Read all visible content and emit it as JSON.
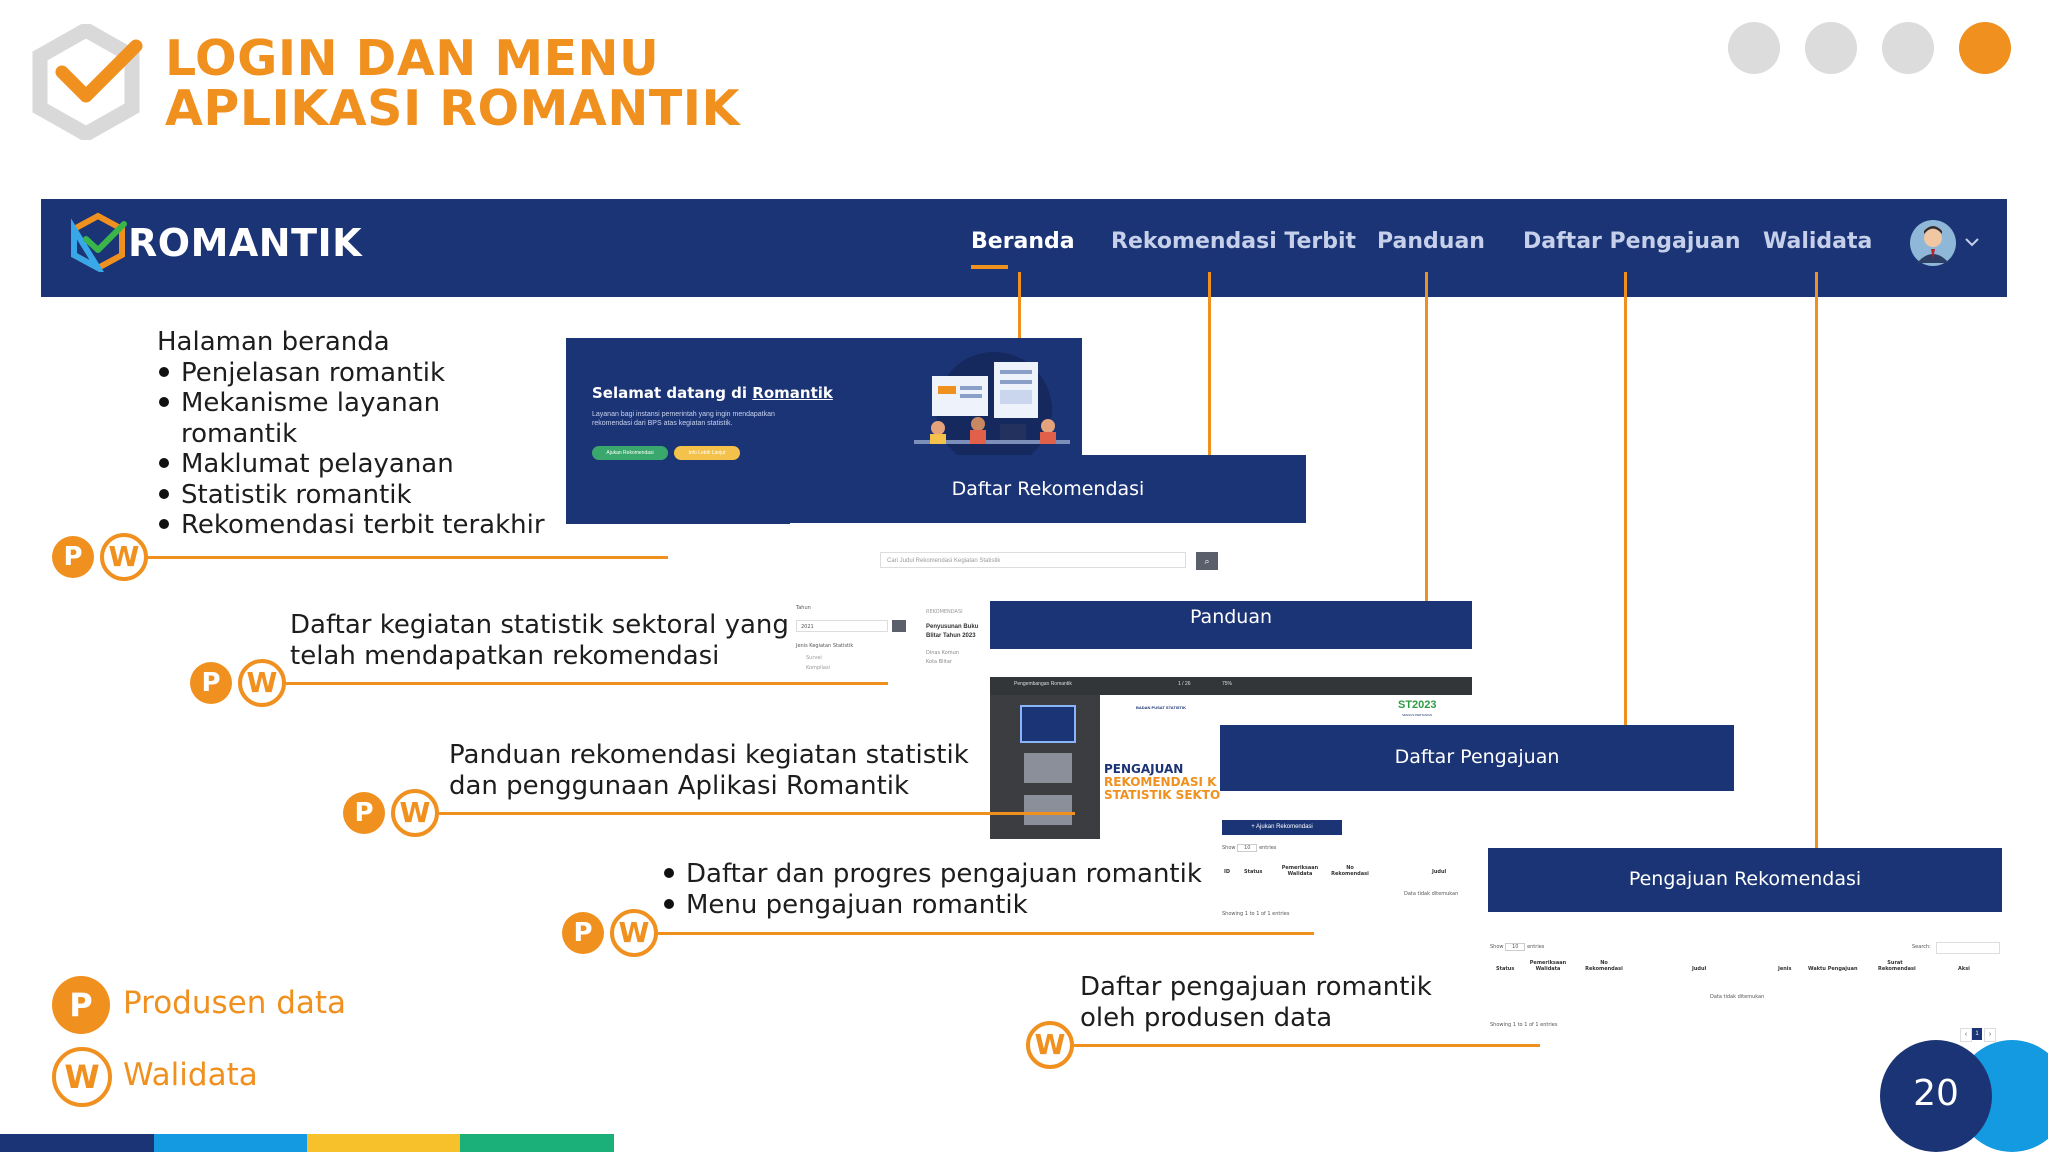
{
  "slide": {
    "title_line1": "LOGIN DAN MENU",
    "title_line2": "APLIKASI ROMANTIK",
    "page_number": "20"
  },
  "app": {
    "brand": "ROMANTIK",
    "nav": [
      "Beranda",
      "Rekomendasi Terbit",
      "Panduan",
      "Daftar Pengajuan",
      "Walidata"
    ],
    "active_nav": "Beranda"
  },
  "annotations": {
    "beranda": {
      "heading": "Halaman beranda",
      "bullets": [
        "Penjelasan romantik",
        "Mekanisme layanan",
        "romantik",
        "Maklumat pelayanan",
        "Statistik romantik",
        "Rekomendasi terbit terakhir"
      ]
    },
    "rekomendasi_line1": "Daftar kegiatan statistik sektoral yang",
    "rekomendasi_line2": "telah mendapatkan rekomendasi",
    "panduan_line1": "Panduan rekomendasi kegiatan statistik",
    "panduan_line2": "dan penggunaan Aplikasi Romantik",
    "pengajuan_bullets": [
      "Daftar dan progres pengajuan romantik",
      "Menu pengajuan romantik"
    ],
    "walidata_line1": "Daftar pengajuan romantik",
    "walidata_line2": "oleh produsen data"
  },
  "badges": {
    "p": "P",
    "w": "W"
  },
  "screens": {
    "hero_title_prefix": "Selamat datang di ",
    "hero_title_brand": "Romantik",
    "hero_sub_line1": "Layanan bagi instansi pemerintah yang ingin mendapatkan",
    "hero_sub_line2": "rekomendasi dari BPS atas kegiatan statistik.",
    "hero_btn1": "Ajukan Rekomendasi",
    "hero_btn2": "Info Lebih Lanjut",
    "daftar_rekomendasi": "Daftar Rekomendasi",
    "search_placeholder": "Cari Judul Rekomendasi Kegiatan Statistik",
    "filter_tahun_label": "Tahun",
    "filter_tahun_value": "2021",
    "filter_jenis": "Jenis Kegiatan Statistik",
    "filter_opt1": "Survei",
    "filter_opt2": "Kompilasi",
    "card_small_label": "REKOMENDASI",
    "card_title_line1": "Penyusunan Buku",
    "card_title_line2": "Blitar Tahun 2023",
    "card_sub_line1": "Dinas Komun",
    "card_sub_line2": "Kota Blitar",
    "panduan": "Panduan",
    "pdf_title": "Pengembangan Romantik",
    "pdf_pages": "1 / 26",
    "pdf_zoom": "75%",
    "pdf_org": "BADAN PUSAT STATISTIK",
    "pdf_heading1": "PENGAJUAN",
    "pdf_heading2": "REKOMENDASI K",
    "pdf_heading3": "STATISTIK SEKTO",
    "pdf_logo": "ST2023",
    "pdf_logo_sub": "SENSUS PERTANIAN",
    "daftar_pengajuan": "Daftar Pengajuan",
    "ajukan_btn": "+  Ajukan Rekomendasi",
    "show_label": "Show",
    "show_value": "10",
    "entries_label": "entries",
    "dp_cols": [
      "ID",
      "Status",
      "Pemeriksaan Walidata",
      "No Rekomendasi",
      "Judul"
    ],
    "dp_empty": "Data tidak ditemukan",
    "dp_showing": "Showing 1 to 1 of 1 entries",
    "pengajuan_rekomendasi": "Pengajuan Rekomendasi",
    "search_label": "Search:",
    "pr_cols": [
      "Status",
      "Pemeriksaan Walidata",
      "No Rekomendasi",
      "Judul",
      "Jenis",
      "Waktu Pengajuan",
      "Surat Rekomendasi",
      "Aksi"
    ],
    "pr_empty": "Data tidak ditemukan",
    "pr_showing": "Showing 1 to 1 of 1 entries",
    "pager": [
      "‹",
      "1",
      "›"
    ]
  },
  "legend": {
    "p_label": "Produsen data",
    "w_label": "Walidata"
  },
  "colors": {
    "orange": "#f0901f",
    "navy": "#1b3475",
    "footer": [
      "#1b3475",
      "#139ae0",
      "#f7c12c",
      "#1bb07a"
    ]
  }
}
